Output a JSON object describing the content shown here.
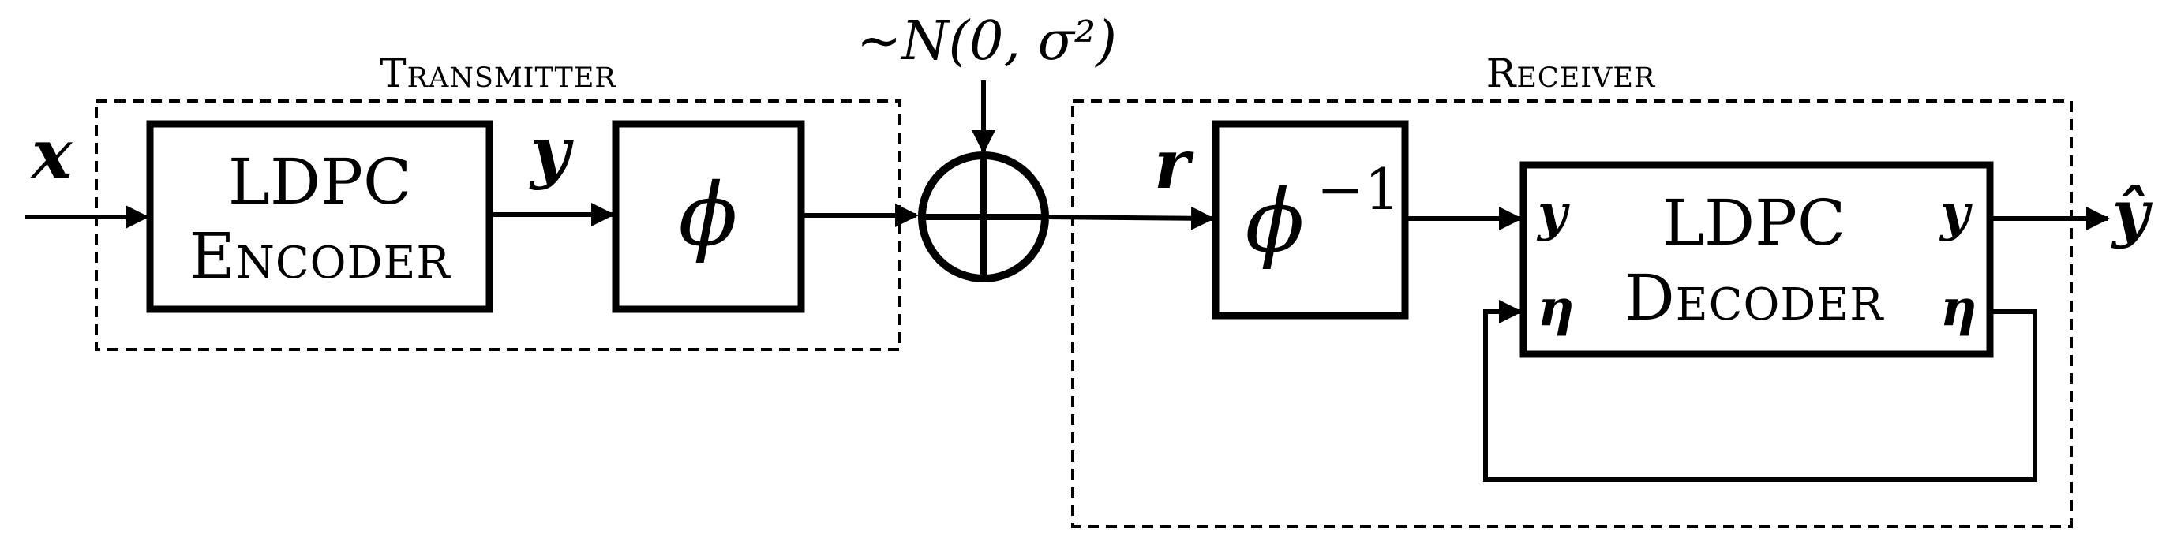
{
  "diagram": {
    "groups": {
      "transmitter": "Transmitter",
      "receiver": "Receiver"
    },
    "blocks": {
      "encoder": {
        "line1": "LDPC",
        "line2": "Encoder"
      },
      "phi": "ϕ",
      "phi_inv": {
        "base": "ϕ",
        "exponent": "−1"
      },
      "decoder": {
        "line1": "LDPC",
        "line2": "Decoder"
      }
    },
    "signals": {
      "input": "x",
      "codeword": "y",
      "received": "r",
      "output": "ŷ",
      "decoder_in_y": "y",
      "decoder_in_eta": "η",
      "decoder_out_y": "y",
      "decoder_out_eta": "η"
    },
    "noise": "~N(0, σ²)"
  }
}
